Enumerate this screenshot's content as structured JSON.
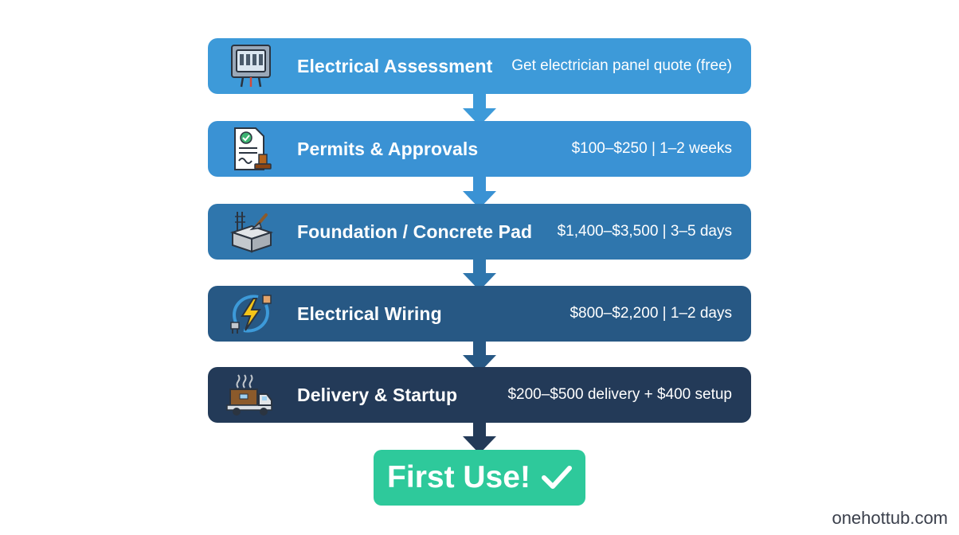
{
  "steps": [
    {
      "title": "Electrical Assessment",
      "detail": "Get electrician panel quote (free)",
      "color": "#3d9ad9",
      "icon": "electrical-panel-icon"
    },
    {
      "title": "Permits & Approvals",
      "detail": "$100–$250 | 1–2 weeks",
      "color": "#3a92d4",
      "icon": "permit-document-icon"
    },
    {
      "title": "Foundation / Concrete Pad",
      "detail": "$1,400–$3,500 | 3–5 days",
      "color": "#2f76ad",
      "icon": "concrete-block-icon"
    },
    {
      "title": "Electrical Wiring",
      "detail": "$800–$2,200 | 1–2 days",
      "color": "#275884",
      "icon": "wiring-bolt-icon"
    },
    {
      "title": "Delivery & Startup",
      "detail": "$200–$500 delivery + $400 setup",
      "color": "#233a58",
      "icon": "delivery-truck-icon"
    }
  ],
  "final": {
    "label": "First Use!",
    "color": "#2ec99b",
    "icon": "checkmark-icon"
  },
  "watermark": "onehottub.com"
}
